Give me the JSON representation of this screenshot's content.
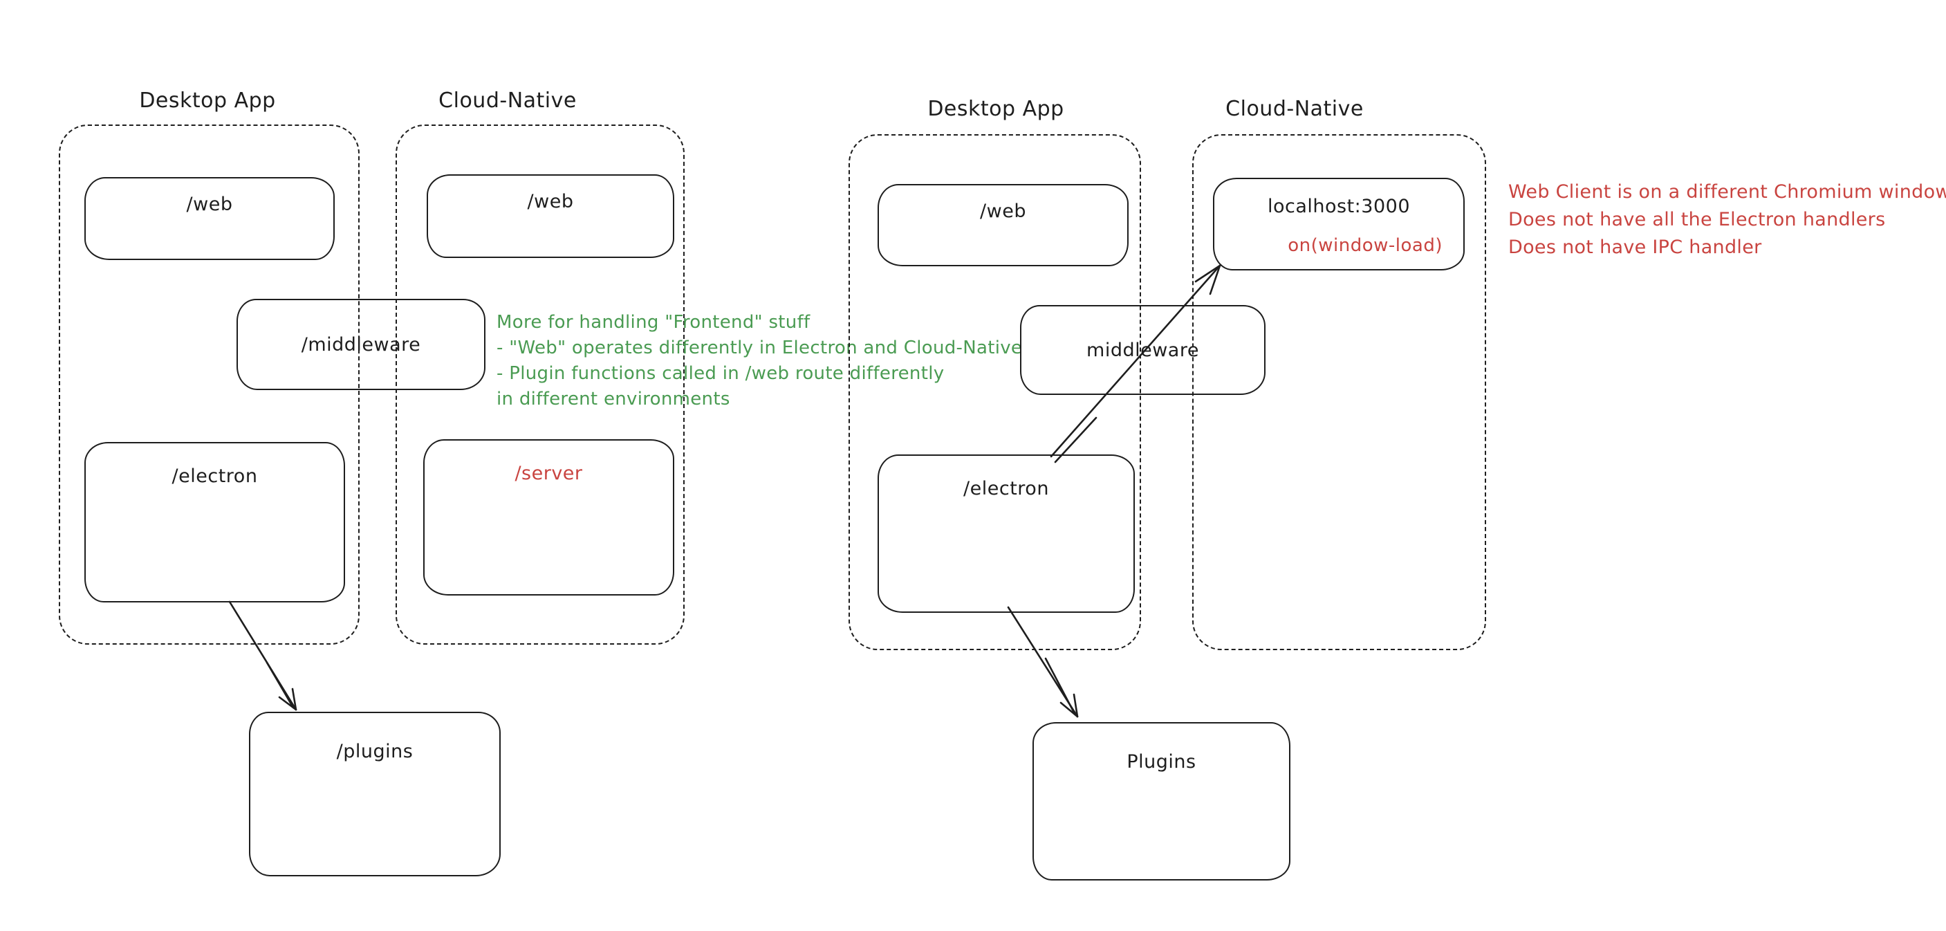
{
  "colors": {
    "ink": "#1e1e1e",
    "red": "#c94440",
    "green": "#4a9b52",
    "background": "#ffffff"
  },
  "left": {
    "desktop_title": "Desktop App",
    "cloud_title": "Cloud-Native",
    "web_desktop": "/web",
    "web_cloud": "/web",
    "middleware": "/middleware",
    "electron": "/electron",
    "server": "/server",
    "plugins": "/plugins",
    "green_note": {
      "lines": [
        "More for handling \"Frontend\" stuff",
        "- \"Web\" operates differently in Electron and Cloud-Native",
        "- Plugin functions called in /web route differently",
        "in different environments"
      ]
    }
  },
  "right": {
    "desktop_title": "Desktop App",
    "cloud_title": "Cloud-Native",
    "web": "/web",
    "localhost_title": "localhost:3000",
    "localhost_event": "on(window-load)",
    "middleware": "middleware",
    "electron": "/electron",
    "plugins": "Plugins",
    "red_note": {
      "lines": [
        "Web Client is on a different Chromium window",
        "Does not have all the Electron handlers",
        "Does not have IPC handler"
      ]
    }
  }
}
